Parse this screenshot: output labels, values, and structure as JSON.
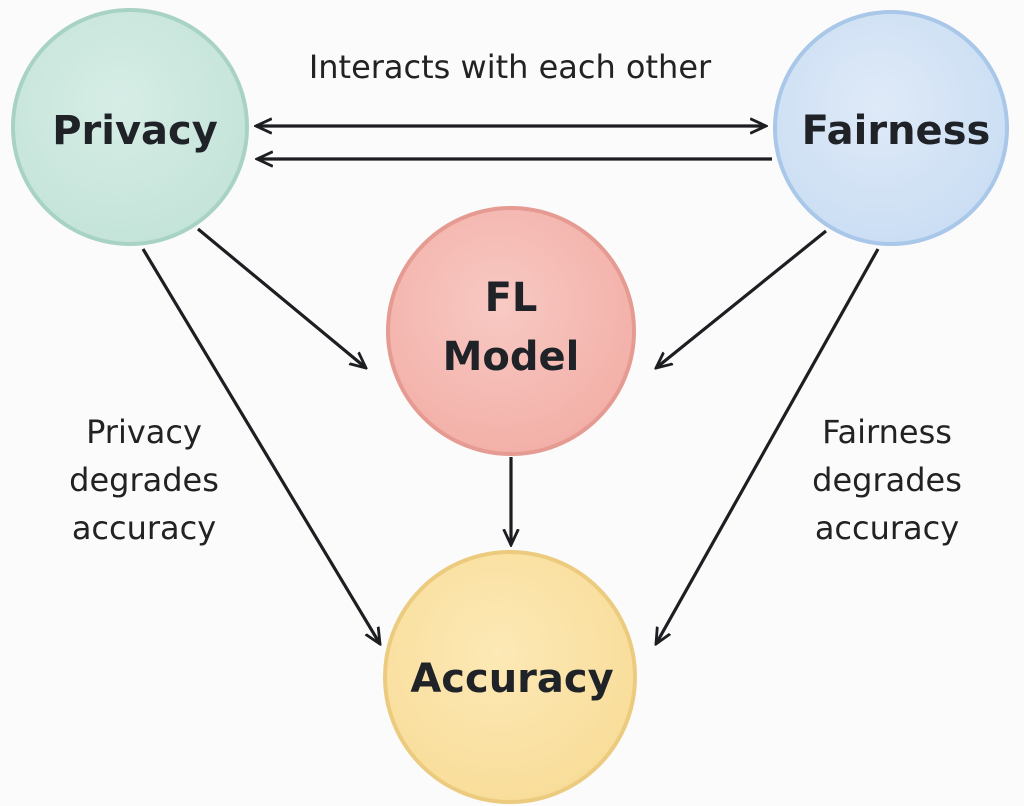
{
  "nodes": {
    "privacy": {
      "label": "Privacy",
      "fill": "#cde8df",
      "stroke": "#a8d3c4"
    },
    "fairness": {
      "label": "Fairness",
      "fill": "#d5e5f6",
      "stroke": "#a9c7e8"
    },
    "fl_model": {
      "label_line1": "FL",
      "label_line2": "Model",
      "fill": "#f5bcb5",
      "stroke": "#e59a92"
    },
    "accuracy": {
      "label": "Accuracy",
      "fill": "#fbe3a6",
      "stroke": "#eccb7e"
    }
  },
  "edges": {
    "privacy_fairness": {
      "label": "Interacts with each other"
    },
    "privacy_accuracy": {
      "label_line1": "Privacy",
      "label_line2": "degrades",
      "label_line3": "accuracy"
    },
    "fairness_accuracy": {
      "label_line1": "Fairness",
      "label_line2": "degrades",
      "label_line3": "accuracy"
    }
  },
  "colors": {
    "background": "#fbfbfb",
    "arrow": "#1c1e22",
    "text": "#1f2328"
  }
}
